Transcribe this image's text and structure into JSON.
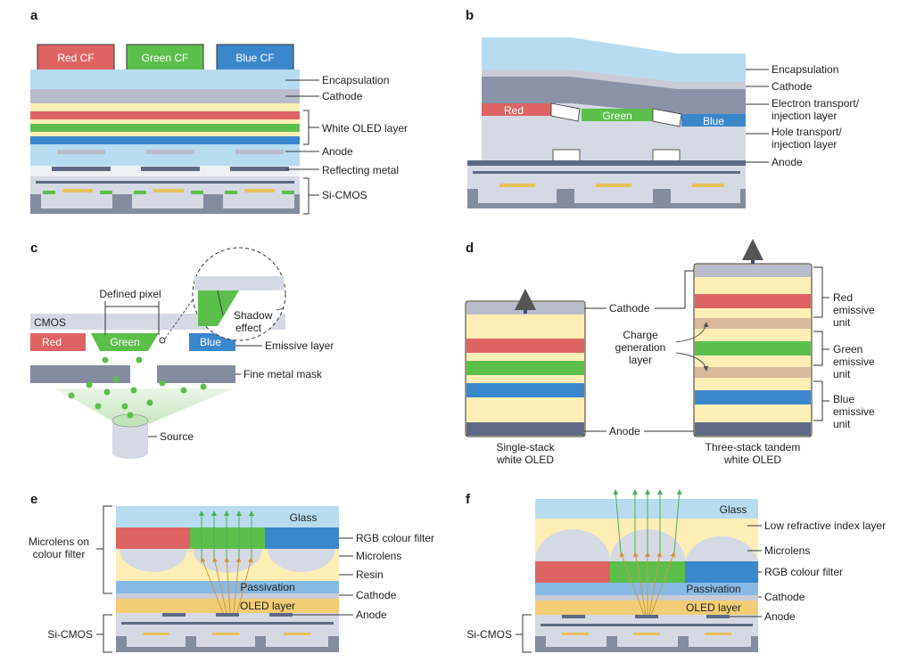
{
  "panel_a": {
    "letter": "a",
    "cf_red": "Red CF",
    "cf_green": "Green CF",
    "cf_blue": "Blue CF",
    "encapsulation": "Encapsulation",
    "cathode": "Cathode",
    "white_oled": "White OLED layer",
    "anode": "Anode",
    "reflecting": "Reflecting metal",
    "sicmos": "Si-CMOS"
  },
  "panel_b": {
    "letter": "b",
    "red": "Red",
    "green": "Green",
    "blue": "Blue",
    "encapsulation": "Encapsulation",
    "cathode": "Cathode",
    "etl_1": "Electron transport/",
    "etl_2": "injection layer",
    "htl_1": "Hole transport/",
    "htl_2": "injection layer",
    "anode": "Anode"
  },
  "panel_c": {
    "letter": "c",
    "defined_pixel": "Defined pixel",
    "cmos": "CMOS",
    "red": "Red",
    "green": "Green",
    "blue": "Blue",
    "shadow_1": "Shadow",
    "shadow_2": "effect",
    "emissive": "Emissive layer",
    "fmm": "Fine metal mask",
    "source": "Source"
  },
  "panel_d": {
    "letter": "d",
    "cathode": "Cathode",
    "anode": "Anode",
    "cgl_1": "Charge",
    "cgl_2": "generation",
    "cgl_3": "layer",
    "red_1": "Red",
    "red_2": "emissive",
    "red_3": "unit",
    "green_1": "Green",
    "green_2": "emissive",
    "green_3": "unit",
    "blue_1": "Blue",
    "blue_2": "emissive",
    "blue_3": "unit",
    "single_1": "Single-stack",
    "single_2": "white OLED",
    "tandem_1": "Three-stack tandem",
    "tandem_2": "white OLED"
  },
  "panel_e": {
    "letter": "e",
    "glass": "Glass",
    "rgb_cf": "RGB colour filter",
    "microlens": "Microlens",
    "resin": "Resin",
    "passivation": "Passivation",
    "cathode": "Cathode",
    "oled": "OLED layer",
    "anode": "Anode",
    "mcf_1": "Microlens on",
    "mcf_2": "colour filter",
    "sicmos": "Si-CMOS"
  },
  "panel_f": {
    "letter": "f",
    "glass": "Glass",
    "low_ri": "Low refractive index layer",
    "microlens": "Microlens",
    "rgb_cf": "RGB colour filter",
    "passivation": "Passivation",
    "cathode": "Cathode",
    "oled": "OLED layer",
    "anode": "Anode",
    "sicmos": "Si-CMOS"
  },
  "colors": {
    "red": "#de6464",
    "green": "#5cbf4c",
    "blue": "#3b87cc",
    "encap": "#b8dcef",
    "cathode": "#b9bccb",
    "yellow": "#fdeeb5",
    "metal": "#5e6a85",
    "cmos_bg": "#d5d9e3",
    "cmos_dark": "#848c9f",
    "gold": "#e8c25a",
    "tan": "#d9b99b"
  }
}
